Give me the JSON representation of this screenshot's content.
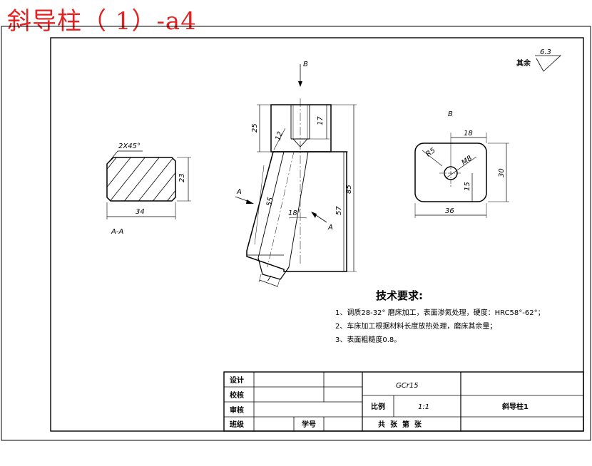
{
  "title": "斜导柱（ 1）-a4",
  "view_labels": {
    "b_top": "B",
    "b_right": "B",
    "section": "A-A",
    "a_left": "A",
    "a_right": "A"
  },
  "dims": {
    "chamfer": "2X45°",
    "w34": "34",
    "h23": "23",
    "h25": "25",
    "h17": "17",
    "r12": "12",
    "h85": "85",
    "h57": "57",
    "l55": "55",
    "ang18": "18°",
    "t7": "7",
    "w18": "18",
    "h30": "30",
    "w36": "36",
    "h15": "15",
    "r5": "R5",
    "m8": "M8"
  },
  "surface": {
    "label": "其余",
    "value": "6.3"
  },
  "tech": {
    "heading": "技术要求:",
    "items": [
      "1、调质28-32° 磨床加工，表面渗氮处理，硬度：HRC58°-62°；",
      "2、车床加工根据材料长度放热处理，磨床其余量；",
      "3、表面粗糙度0.8。"
    ]
  },
  "titleblock": {
    "design": "设计",
    "check": "校核",
    "review": "审核",
    "class": "班级",
    "student_no": "学号",
    "material": "GCr15",
    "scale_label": "比例",
    "scale": "1:1",
    "part_name": "斜导柱1",
    "sheets": "共  张  第  张"
  }
}
